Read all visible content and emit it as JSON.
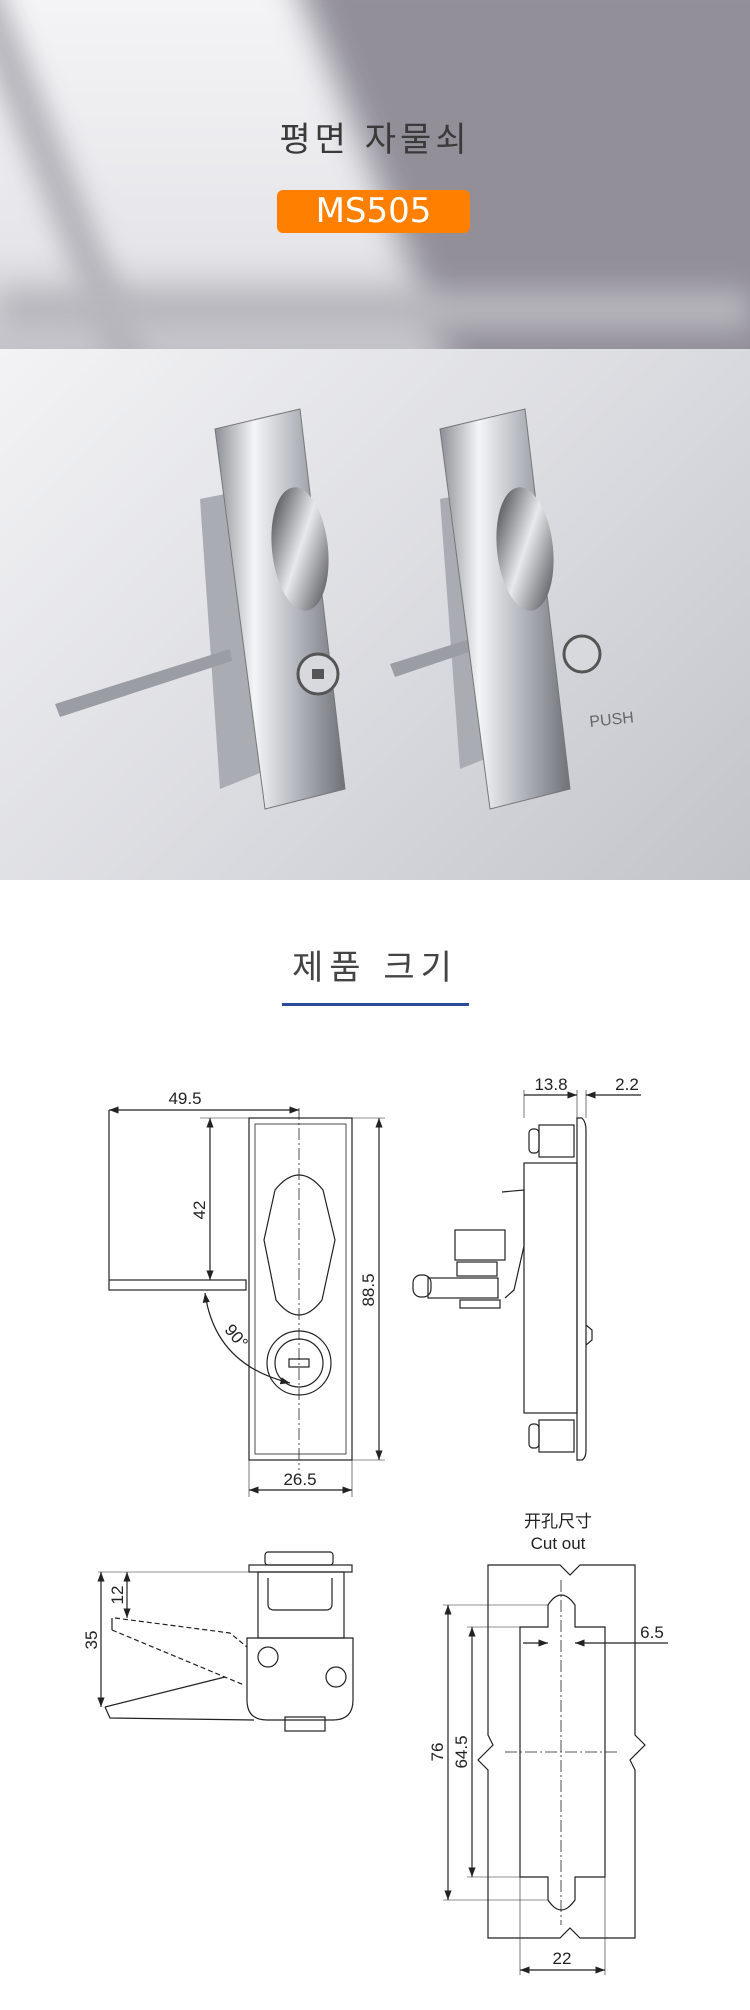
{
  "header": {
    "title": "평면 자물쇠",
    "model": "MS505"
  },
  "photo": {
    "push_label": "PUSH"
  },
  "section": {
    "title": "제품 크기"
  },
  "dimensions": {
    "width_arm": "49.5",
    "arm_height": "42",
    "height": "88.5",
    "rotation": "90°",
    "width": "26.5",
    "depth": "13.8",
    "plate_thickness": "2.2",
    "cam_offset": "12",
    "cam_height": "35"
  },
  "cutout": {
    "label_cn": "开孔尺寸",
    "label_en": "Cut out",
    "slot_width": "6.5",
    "total_height": "76",
    "rect_height": "64.5",
    "rect_width": "22"
  },
  "colors": {
    "accent": "#ff7f00",
    "underline": "#2a4a9a"
  }
}
